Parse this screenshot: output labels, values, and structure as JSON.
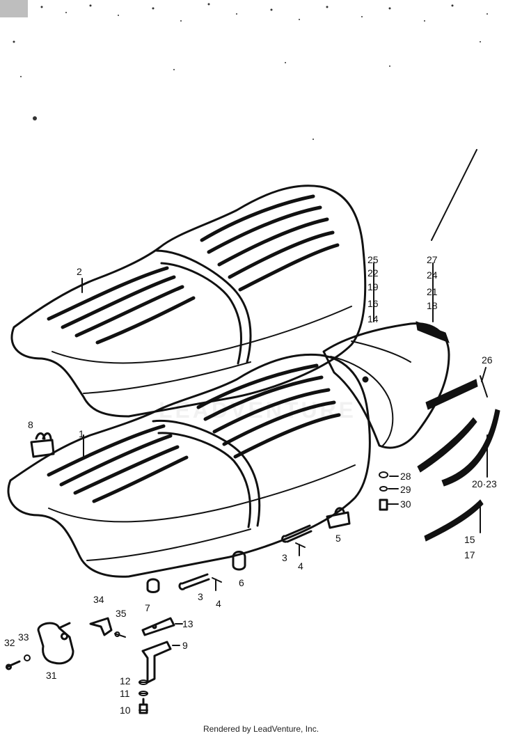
{
  "footer": {
    "credit": "Rendered by LeadVenture, Inc."
  },
  "watermark": {
    "text": "LEADVENTURE"
  },
  "callouts": {
    "c1": "1",
    "c2": "2",
    "c3a": "3",
    "c3b": "3",
    "c4a": "4",
    "c4b": "4",
    "c5": "5",
    "c6": "6",
    "c7": "7",
    "c8": "8",
    "c9": "9",
    "c10": "10",
    "c11": "11",
    "c12": "12",
    "c13": "13",
    "c14": "14",
    "c15": "15",
    "c16": "16",
    "c17": "17",
    "c18": "18",
    "c19": "19",
    "c2023": "20·23",
    "c21": "21",
    "c22": "22",
    "c24": "24",
    "c25": "25",
    "c26": "26",
    "c27": "27",
    "c28": "28",
    "c29": "29",
    "c30": "30",
    "c31": "31",
    "c32": "32",
    "c33": "33",
    "c34": "34",
    "c35": "35"
  }
}
